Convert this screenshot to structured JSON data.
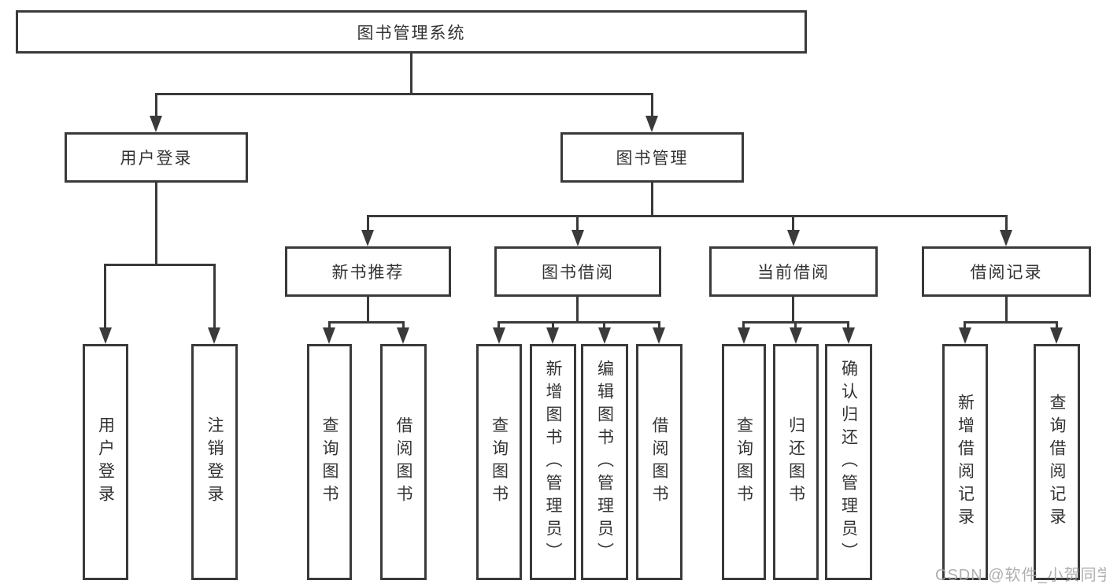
{
  "colors": {
    "line": "#3a3a3a",
    "box_border": "#3a3a3a",
    "box_fill": "#ffffff",
    "text": "#333333",
    "watermark": "#a8a8a8",
    "background": "#ffffff"
  },
  "tree": {
    "root": "图书管理系统",
    "children": [
      {
        "label": "用户登录",
        "children": [
          "用户登录",
          "注销登录"
        ]
      },
      {
        "label": "图书管理",
        "children": [
          {
            "label": "新书推荐",
            "children": [
              "查询图书",
              "借阅图书"
            ]
          },
          {
            "label": "图书借阅",
            "children": [
              "查询图书",
              "新增图书（管理员）",
              "编辑图书（管理员）",
              "借阅图书"
            ]
          },
          {
            "label": "当前借阅",
            "children": [
              "查询图书",
              "归还图书",
              "确认归还（管理员）"
            ]
          },
          {
            "label": "借阅记录",
            "children": [
              "新增借阅记录",
              "查询借阅记录"
            ]
          }
        ]
      }
    ]
  },
  "watermark": "CSDN @软件_小贺同学"
}
